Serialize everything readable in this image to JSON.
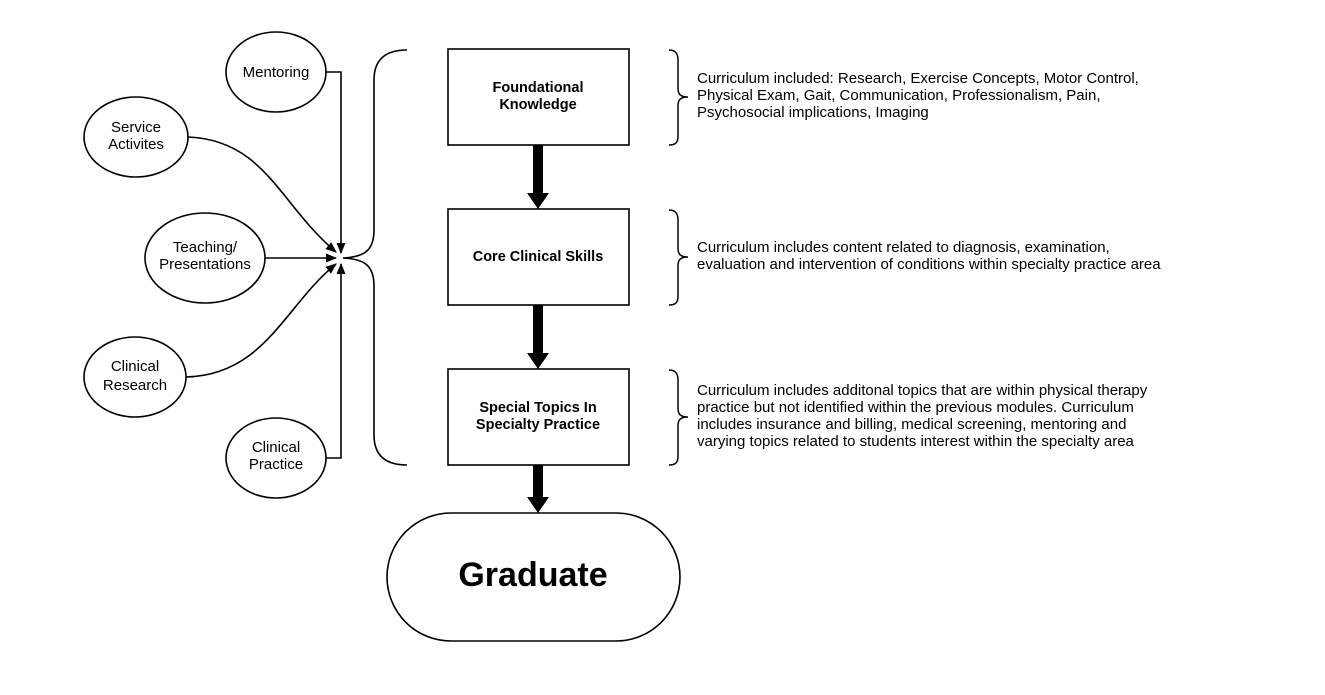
{
  "inputs": [
    {
      "id": "mentoring",
      "lines": [
        "Mentoring"
      ]
    },
    {
      "id": "service",
      "lines": [
        "Service",
        "Activites"
      ]
    },
    {
      "id": "teaching",
      "lines": [
        "Teaching/",
        "Presentations"
      ]
    },
    {
      "id": "research",
      "lines": [
        "Clinical",
        "Research"
      ]
    },
    {
      "id": "practice",
      "lines": [
        "Clinical",
        "Practice"
      ]
    }
  ],
  "modules": [
    {
      "id": "foundational",
      "lines": [
        "Foundational",
        "Knowledge"
      ]
    },
    {
      "id": "core",
      "lines": [
        "Core Clinical Skills"
      ]
    },
    {
      "id": "special",
      "lines": [
        "Special Topics In",
        "Specialty Practice"
      ]
    }
  ],
  "outcome": {
    "label": "Graduate"
  },
  "descriptions": [
    {
      "lines": [
        "Curriculum included: Research, Exercise Concepts, Motor Control,",
        "Physical Exam, Gait, Communication, Professionalism, Pain,",
        "Psychosocial implications, Imaging"
      ]
    },
    {
      "lines": [
        "Curriculum includes content related to diagnosis, examination,",
        "evaluation and intervention of conditions within specialty practice area"
      ]
    },
    {
      "lines": [
        "Curriculum includes additonal topics that are within physical therapy",
        "practice but not identified within the previous modules. Curriculum",
        "includes insurance and billing, medical screening, mentoring and",
        "varying topics related to students interest within the specialty area"
      ]
    }
  ]
}
